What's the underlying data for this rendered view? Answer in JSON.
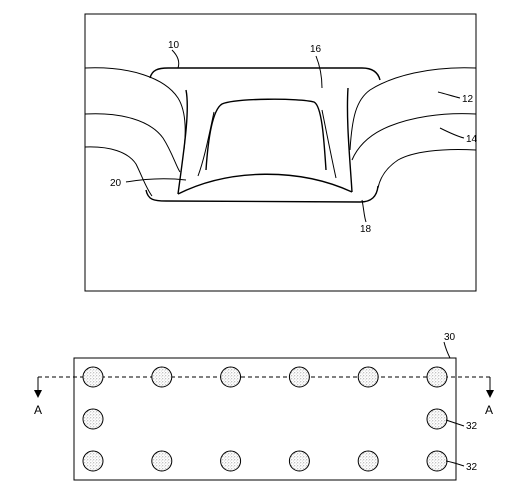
{
  "figure_top": {
    "labels": {
      "ref_10": "10",
      "ref_16": "16",
      "ref_12": "12",
      "ref_14": "14",
      "ref_20": "20",
      "ref_18": "18"
    }
  },
  "figure_bottom": {
    "labels": {
      "ref_30": "30",
      "ref_32_a": "32",
      "ref_32_b": "32",
      "section_left": "A",
      "section_right": "A"
    },
    "dots": {
      "top_row": 6,
      "middle_row": 2,
      "bottom_row": 6
    }
  }
}
